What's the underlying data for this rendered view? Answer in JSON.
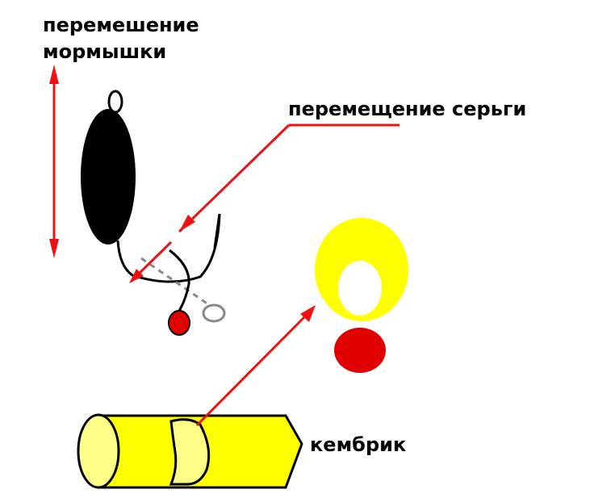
{
  "labels": {
    "jig_line1": "перемешение",
    "jig_line2": "мормышки",
    "earring": "перемещение серьги",
    "cambric": "кембрик"
  },
  "colors": {
    "background": "#ffffff",
    "text": "#000000",
    "arrow": "#ee1111",
    "jig_body": "#000000",
    "bead": "#e00000",
    "cambric_yellow": "#ffff00",
    "cambric_pale": "#ffff88",
    "ghost_earring": "#888888"
  },
  "icons": {
    "jig": "mormyshka-jig",
    "hook": "fish-hook",
    "earring_bead": "red-bead",
    "cambric_tube": "cambric-tube",
    "cambric_ring": "cambric-ring-cross-section"
  }
}
